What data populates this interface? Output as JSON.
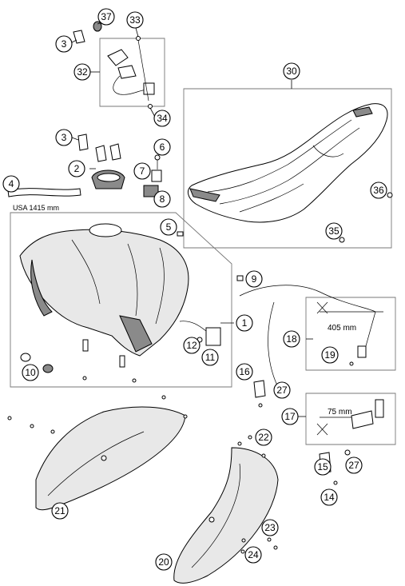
{
  "callouts": [
    {
      "num": "1"
    },
    {
      "num": "2"
    },
    {
      "num": "3"
    },
    {
      "num": "3"
    },
    {
      "num": "4"
    },
    {
      "num": "5"
    },
    {
      "num": "6"
    },
    {
      "num": "7"
    },
    {
      "num": "8"
    },
    {
      "num": "9"
    },
    {
      "num": "10"
    },
    {
      "num": "11"
    },
    {
      "num": "12"
    },
    {
      "num": "14"
    },
    {
      "num": "15"
    },
    {
      "num": "16"
    },
    {
      "num": "17"
    },
    {
      "num": "18"
    },
    {
      "num": "19"
    },
    {
      "num": "20"
    },
    {
      "num": "21"
    },
    {
      "num": "22"
    },
    {
      "num": "23"
    },
    {
      "num": "24"
    },
    {
      "num": "27"
    },
    {
      "num": "27"
    },
    {
      "num": "30"
    },
    {
      "num": "32"
    },
    {
      "num": "33"
    },
    {
      "num": "34"
    },
    {
      "num": "35"
    },
    {
      "num": "36"
    },
    {
      "num": "37"
    }
  ],
  "labels": {
    "hose_length": "USA 1415 mm",
    "cut_18": "405 mm",
    "cut_17": "75 mm"
  }
}
